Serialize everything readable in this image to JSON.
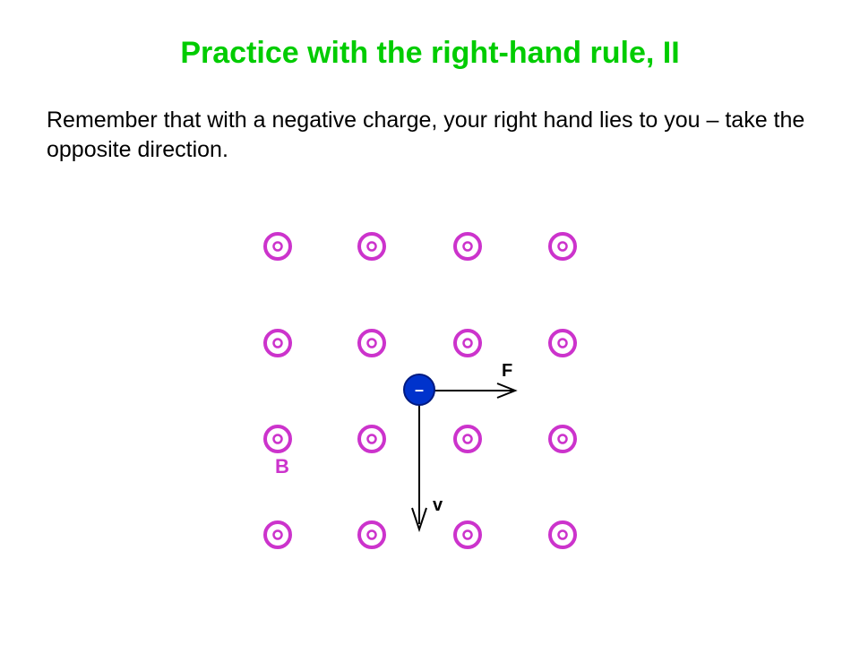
{
  "slide": {
    "title": "Practice with the right-hand rule, II",
    "body": "Remember that with a negative charge, your right hand lies to you – take the opposite direction."
  },
  "diagram": {
    "field_symbol": "dot-in-circle",
    "field_color": "#cc33cc",
    "field_label": "B",
    "charge_sign": "–",
    "charge_color": "#0033cc",
    "velocity_label": "v",
    "force_label": "F",
    "field_rows": 4,
    "field_cols": 4
  }
}
